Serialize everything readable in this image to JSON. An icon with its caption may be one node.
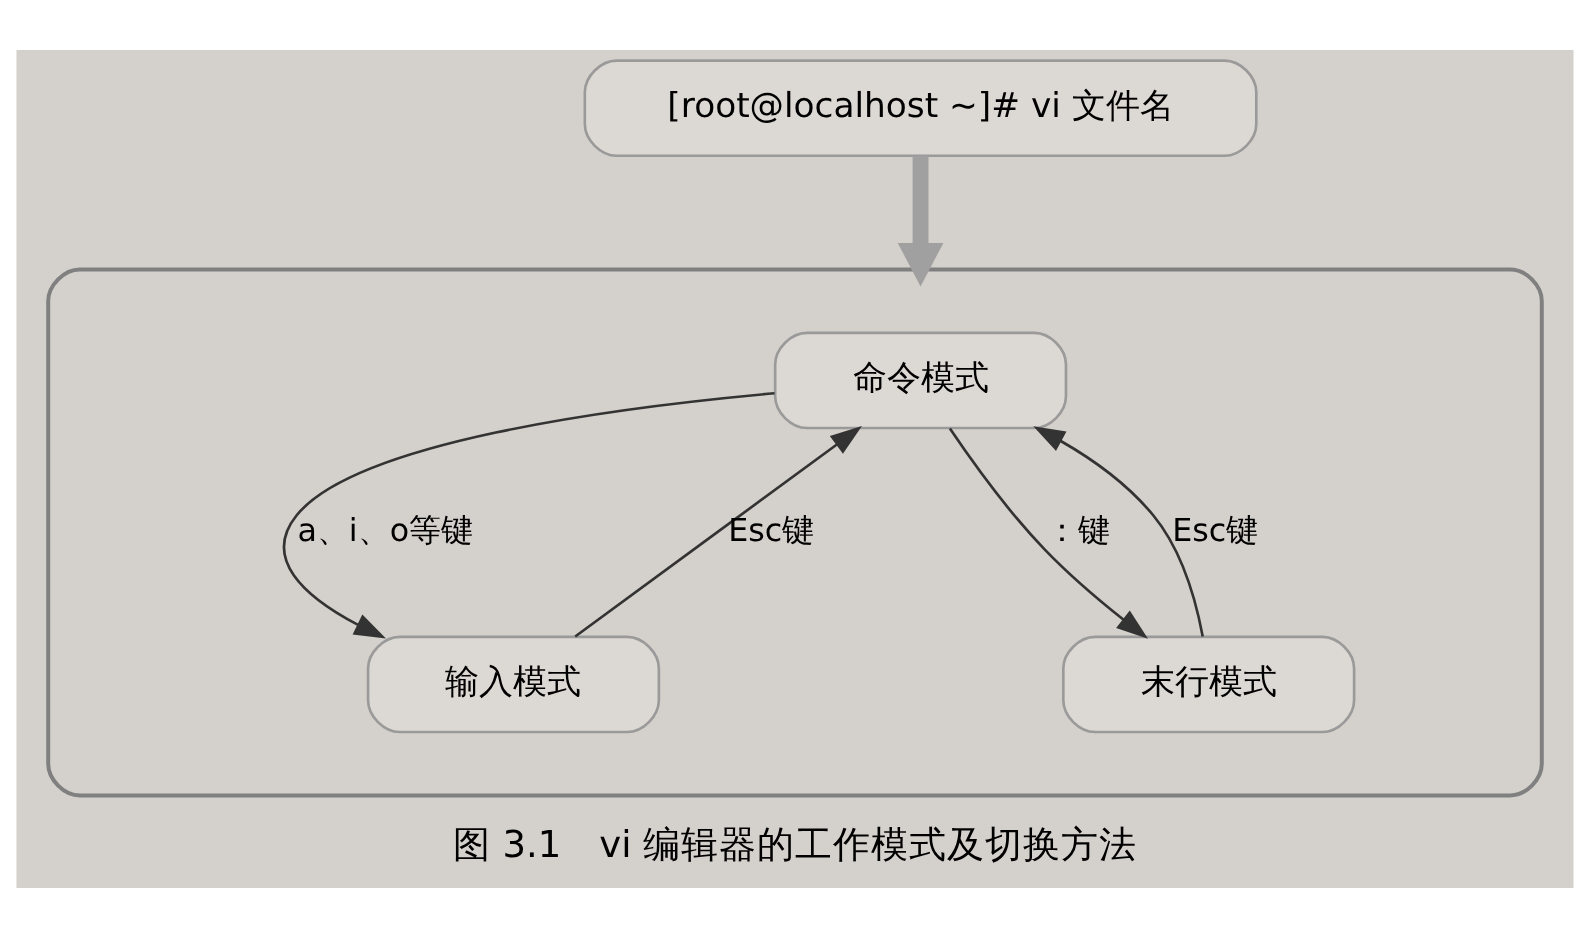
{
  "diagram": {
    "caption": "图 3.1　vi 编辑器的工作模式及切换方法",
    "nodes": [
      {
        "text": [
          "[root@localhost ~]# vi 文件名"
        ]
      },
      {
        "text": [],
        "shape": "box"
      },
      {
        "text": [
          "命令模式"
        ],
        "in": 1
      },
      {
        "text": [
          "输入模式"
        ],
        "in": 1
      },
      {
        "text": [
          "末行模式"
        ],
        "in": 1
      }
    ],
    "edges": [
      {
        "from": 0,
        "to": 1,
        "arrow": "to",
        "style": "thick",
        "color": "#a0a0a0"
      },
      {
        "from": 2,
        "to": 3,
        "arrow": "to",
        "label": "a、i、o等键"
      },
      {
        "from": 3,
        "to": 2,
        "arrow": "to",
        "label": "Esc键"
      },
      {
        "from": 4,
        "to": 2,
        "arrow": "to",
        "label": "Esc键"
      },
      {
        "from": 2,
        "to": 4,
        "arrow": "to",
        "label": "：键"
      }
    ]
  }
}
